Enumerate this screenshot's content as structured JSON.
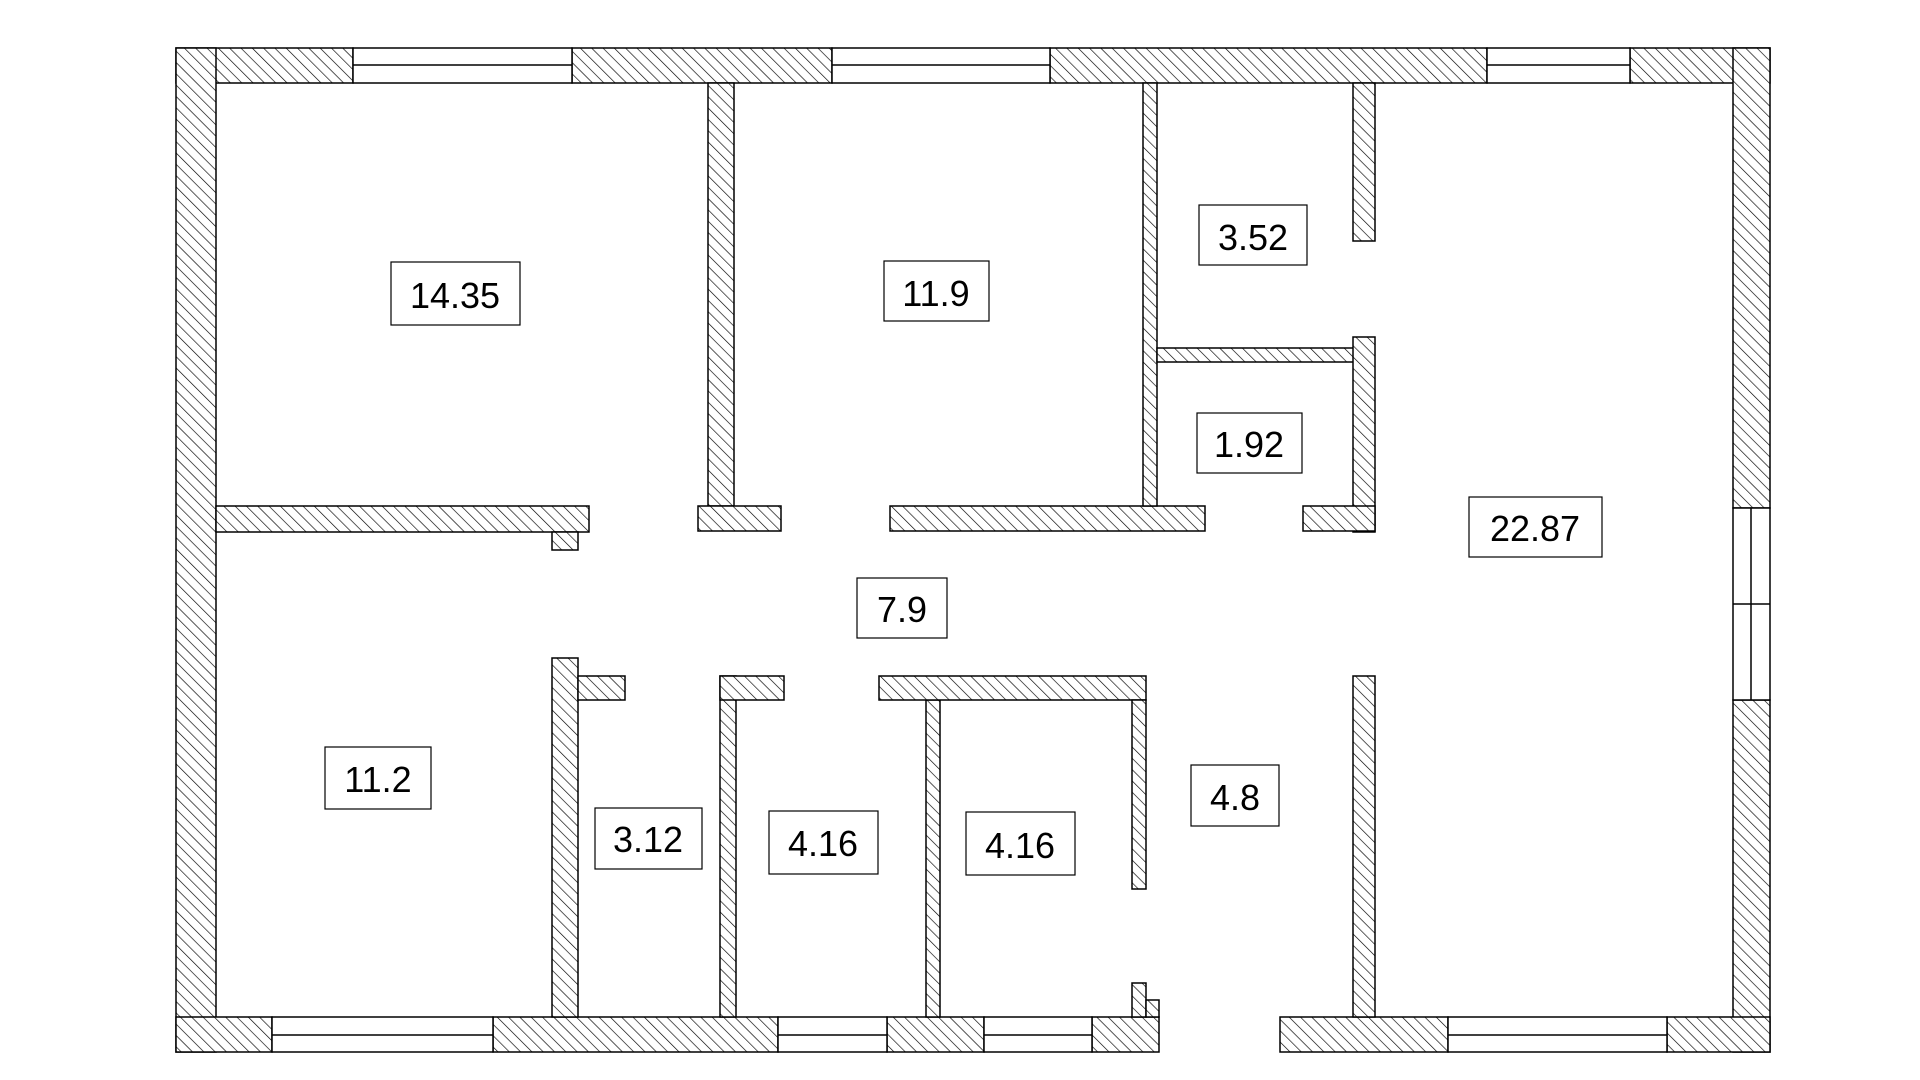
{
  "plan": {
    "colors": {
      "background": "#ffffff",
      "line": "#000000",
      "hatch": "#000000",
      "label_fill": "#ffffff"
    },
    "rooms": [
      {
        "id": "room-top-left",
        "area": "14.35"
      },
      {
        "id": "room-top-center",
        "area": "11.9"
      },
      {
        "id": "room-small-top",
        "area": "3.52"
      },
      {
        "id": "room-small-mid",
        "area": "1.92"
      },
      {
        "id": "room-right-large",
        "area": "22.87"
      },
      {
        "id": "room-hall",
        "area": "7.9"
      },
      {
        "id": "room-bottom-left",
        "area": "11.2"
      },
      {
        "id": "room-narrow",
        "area": "3.12"
      },
      {
        "id": "room-bath-a",
        "area": "4.16"
      },
      {
        "id": "room-bath-b",
        "area": "4.16"
      },
      {
        "id": "room-corridor",
        "area": "4.8"
      }
    ]
  }
}
